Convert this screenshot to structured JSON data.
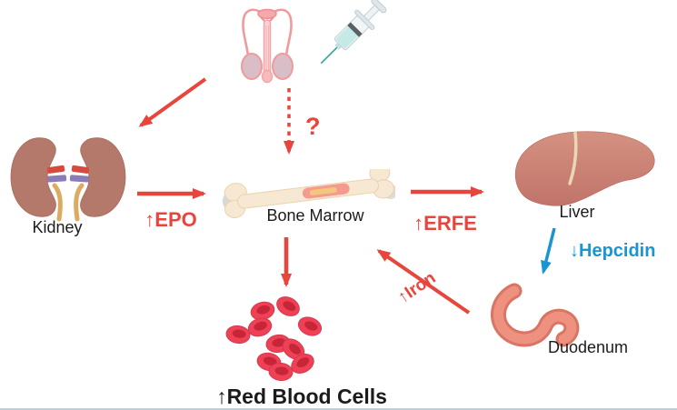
{
  "labels": {
    "kidney": "Kidney",
    "bone_marrow": "Bone Marrow",
    "liver": "Liver",
    "duodenum": "Duodenum",
    "red_blood_cells": "↑Red Blood Cells",
    "epo": "↑EPO",
    "erfe": "↑ERFE",
    "hepcidin": "↓Hepcidin",
    "iron": "↑Iron",
    "unknown_pathway": "?"
  },
  "colors": {
    "red": "#e8463c",
    "blue": "#1b95d2",
    "text": "#1b1b1b",
    "background": "#ffffff",
    "bottom_line": "#b9d0de"
  },
  "icons": {
    "gonads": "male-reproductive-system-icon",
    "syringe": "syringe-icon",
    "kidney": "kidneys-icon",
    "bone_marrow": "bone-marrow-icon",
    "liver": "liver-icon",
    "duodenum": "duodenum-icon",
    "red_blood_cells": "red-blood-cells-icon"
  }
}
